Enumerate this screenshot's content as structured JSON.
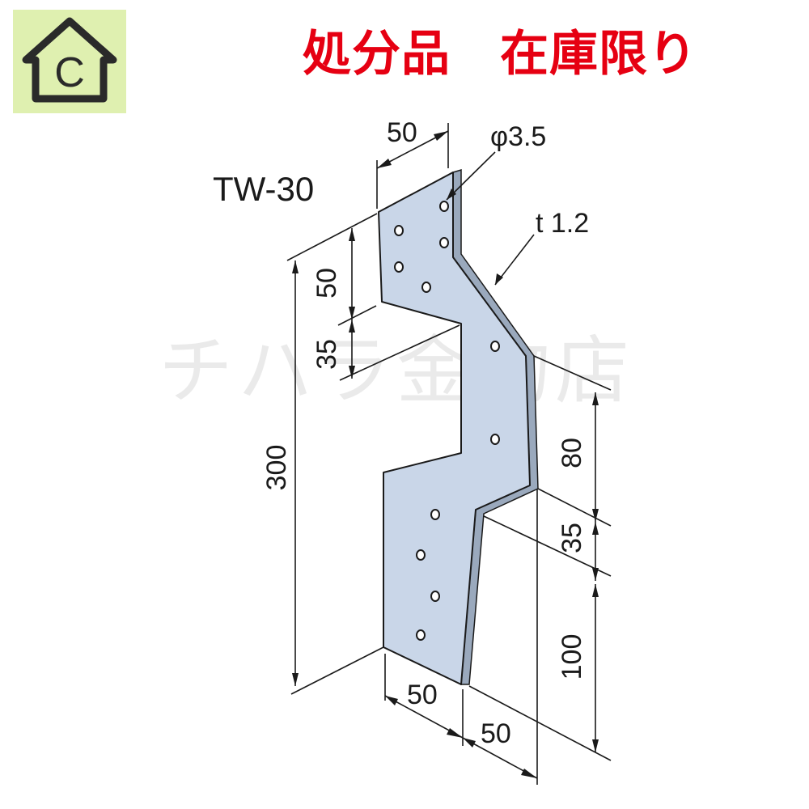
{
  "banner": {
    "text": "処分品　在庫限り",
    "color": "#e60012"
  },
  "logo": {
    "letter": "C",
    "icon": "house-c-logo-icon",
    "background": "#dff0b0"
  },
  "model": "TW-30",
  "watermark": "チハラ金物店",
  "specs": {
    "hole_diameter": "φ3.5",
    "thickness": "t 1.2"
  },
  "dimensions": {
    "top_width": "50",
    "top_segment_height": "50",
    "first_offset": "35",
    "overall_height": "300",
    "middle_height": "80",
    "second_offset": "35",
    "bottom_height": "100",
    "bottom_width": "50",
    "bottom_offset_width": "50"
  },
  "colors": {
    "plate_face": "#c9d6e8",
    "plate_edge": "#9aa9bd",
    "line": "#1a1a1a"
  }
}
